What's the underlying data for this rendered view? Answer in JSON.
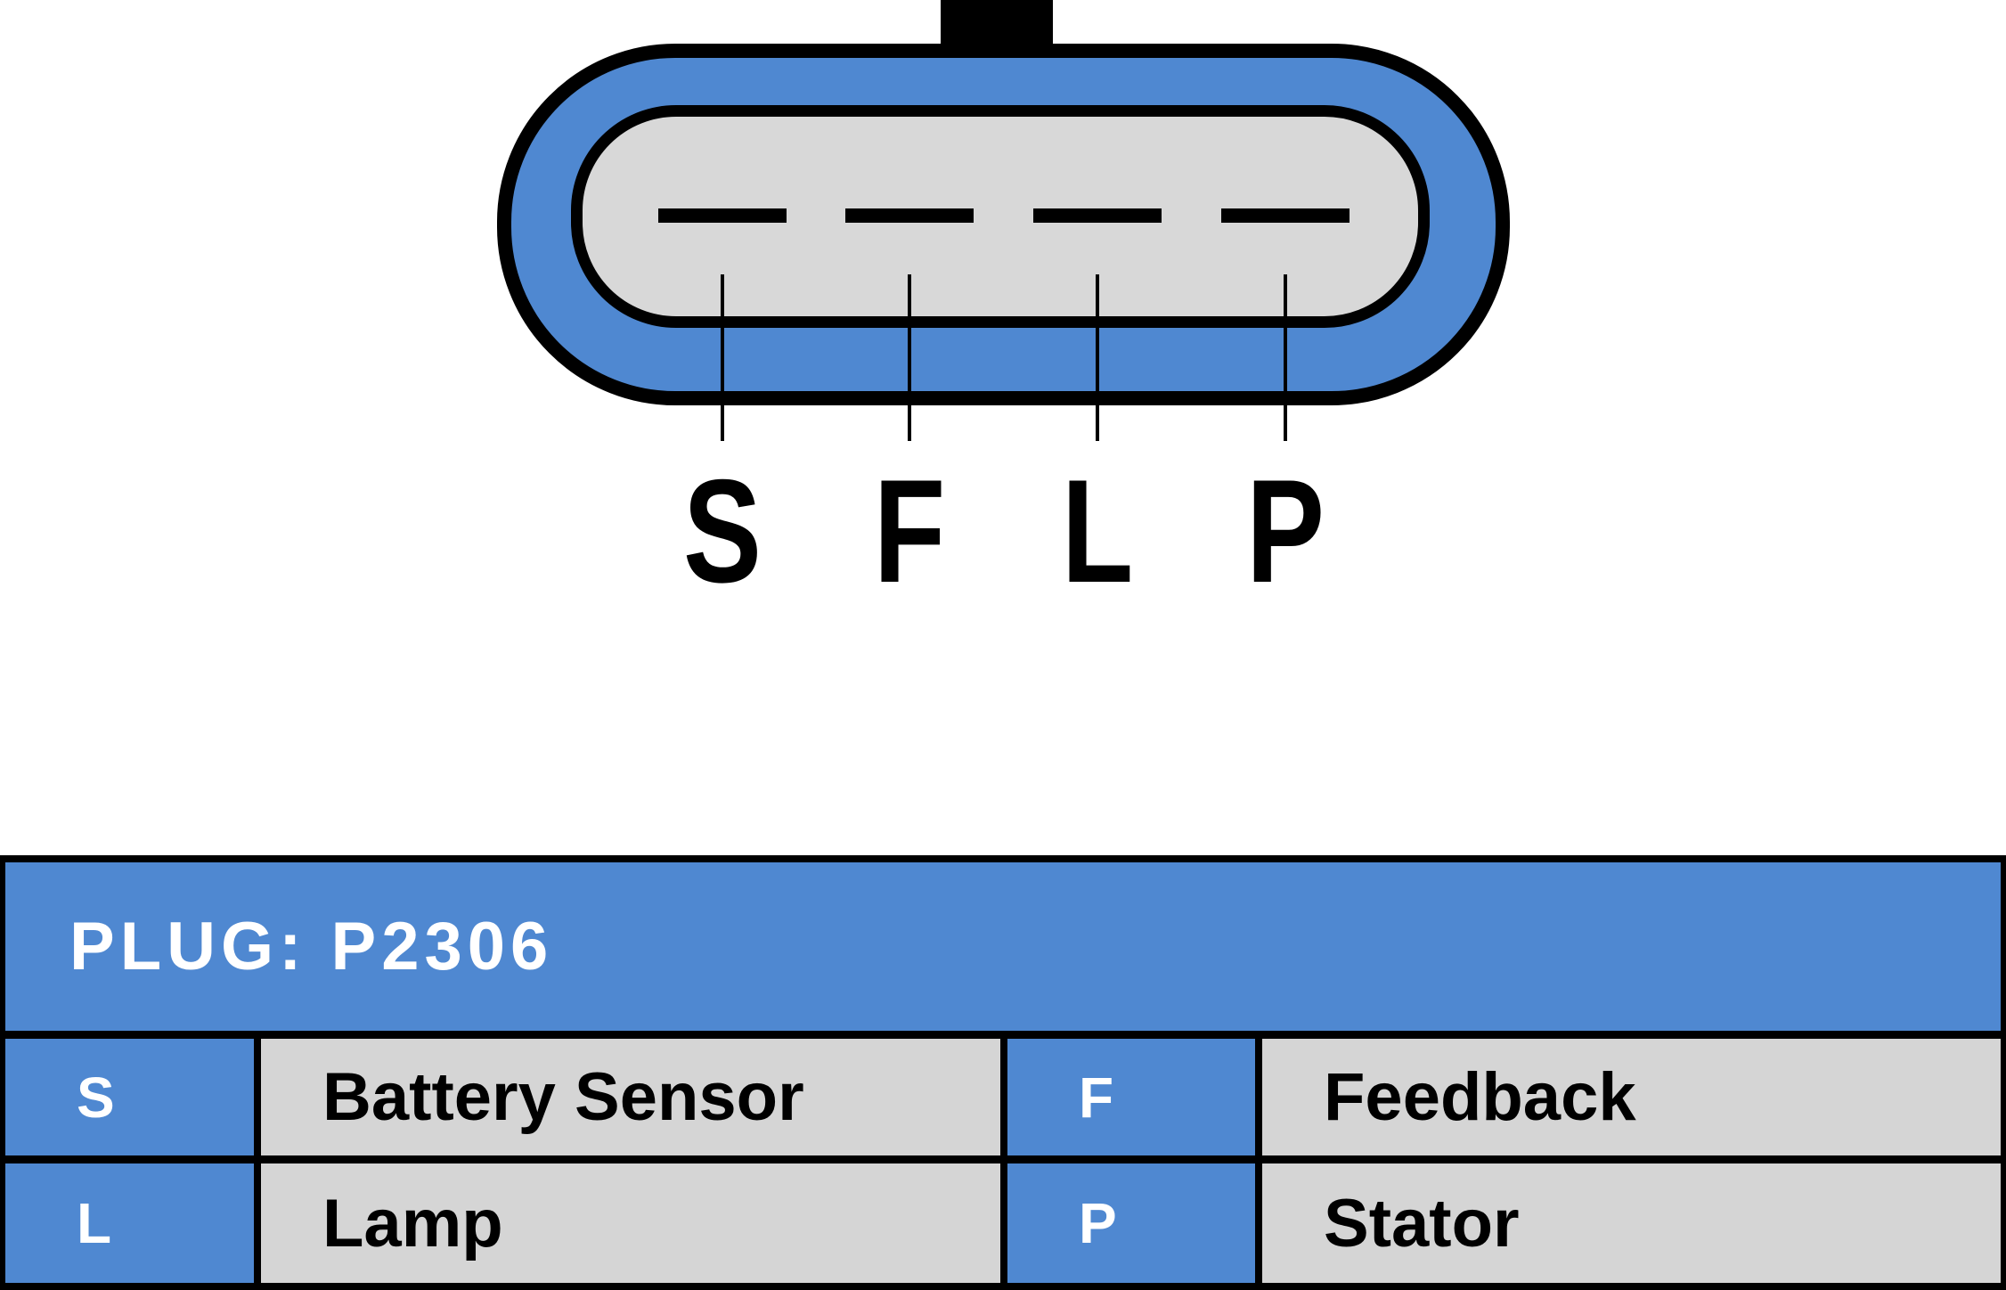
{
  "colors": {
    "blue": "#4F88D1",
    "connector_gray": "#D8D8D8",
    "cell_gray": "#D5D5D5",
    "ink": "#000000",
    "header_text": "#FFFFFF"
  },
  "connector": {
    "pins": [
      {
        "label": "S"
      },
      {
        "label": "F"
      },
      {
        "label": "L"
      },
      {
        "label": "P"
      }
    ]
  },
  "table": {
    "header_label": "PLUG: P2306",
    "cells": [
      {
        "pin": "S",
        "desc": "Battery Sensor"
      },
      {
        "pin": "F",
        "desc": "Feedback"
      },
      {
        "pin": "L",
        "desc": "Lamp"
      },
      {
        "pin": "P",
        "desc": "Stator"
      }
    ]
  }
}
